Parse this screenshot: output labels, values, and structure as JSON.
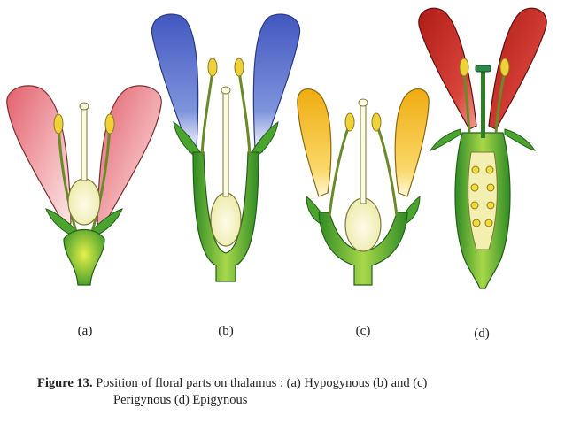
{
  "panels": [
    {
      "label": "(a)",
      "type": "hypogynous",
      "petal_color": "#e36b7a"
    },
    {
      "label": "(b)",
      "type": "perigynous-cup",
      "petal_color": "#4b62c4"
    },
    {
      "label": "(c)",
      "type": "perigynous-flat",
      "petal_color": "#f2b51f"
    },
    {
      "label": "(d)",
      "type": "epigynous",
      "petal_color": "#c02a23"
    }
  ],
  "caption": {
    "figure_label": "Figure 13",
    "text_line1": "Position of floral parts on thalamus : (a) Hypogynous (b)  and (c)",
    "text_line2": "Perigynous  (d) Epigynous"
  },
  "colors": {
    "stem": "#5fb53a",
    "stem_dark": "#2f7d24",
    "ovary": "#f6f4cc",
    "anther": "#efd23a"
  }
}
